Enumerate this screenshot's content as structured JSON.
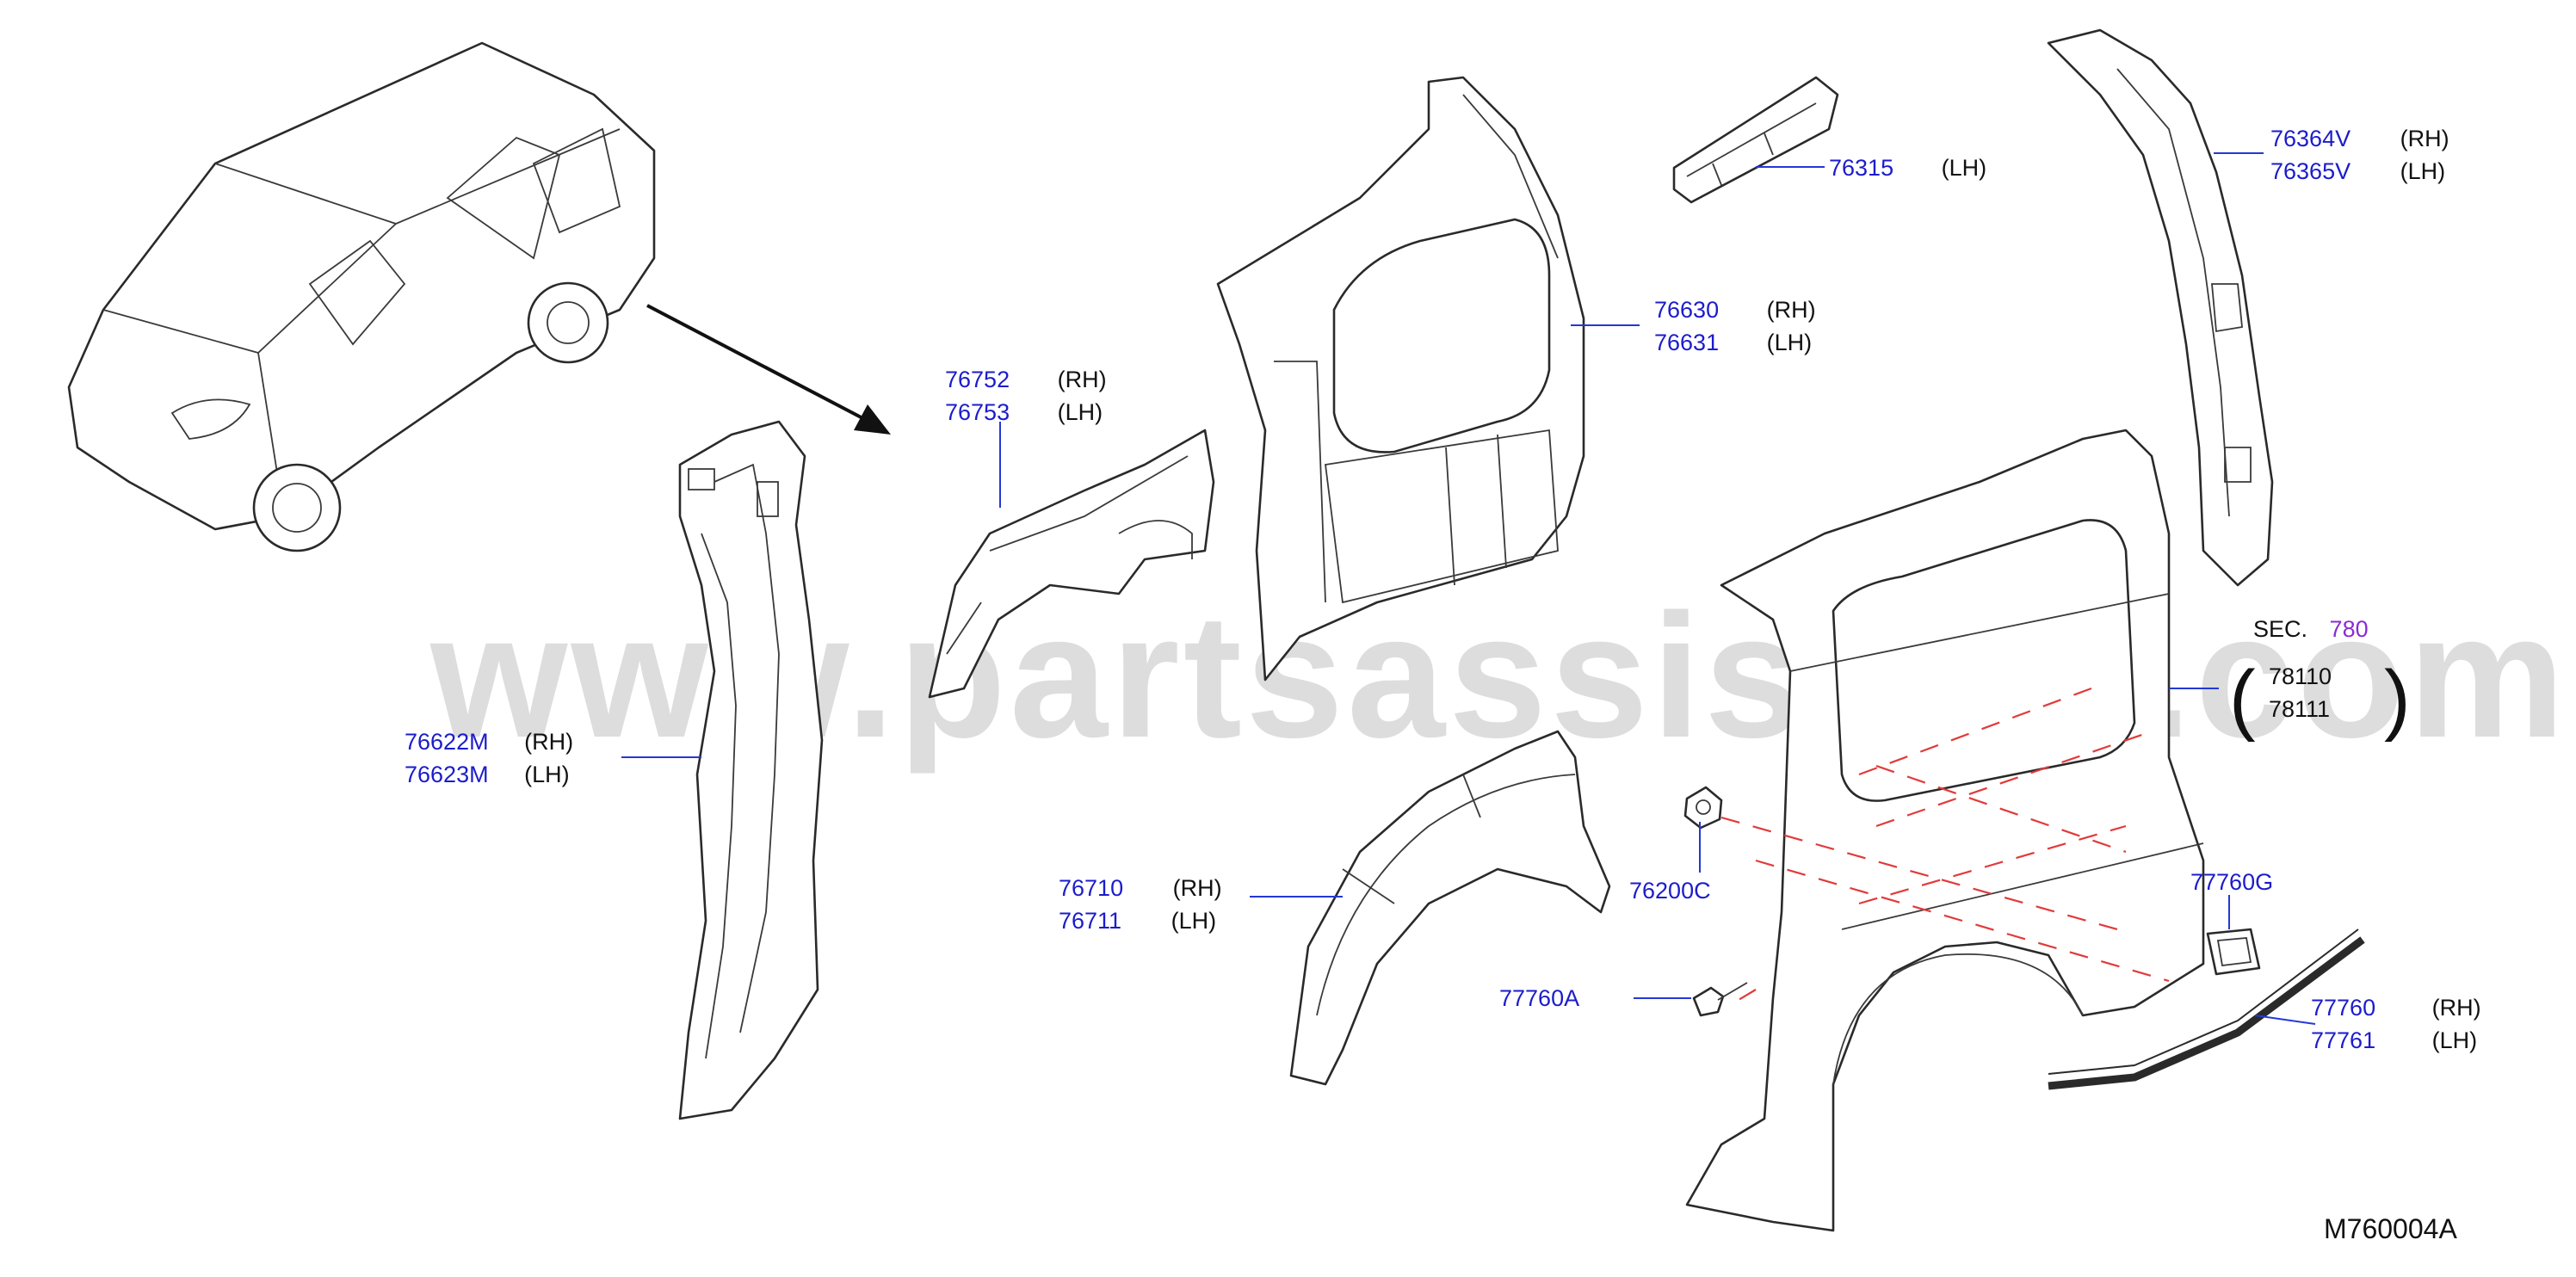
{
  "watermark": "www.partsassistant.com",
  "diagram_code": "M760004A",
  "section_ref": {
    "prefix": "SEC.",
    "number": "780",
    "parts": [
      "78110",
      "78111"
    ]
  },
  "callouts": [
    {
      "id": "76752",
      "side": "(RH)"
    },
    {
      "id": "76753",
      "side": "(LH)"
    },
    {
      "id": "76630",
      "side": "(RH)"
    },
    {
      "id": "76631",
      "side": "(LH)"
    },
    {
      "id": "76315",
      "side": "(LH)"
    },
    {
      "id": "76364V",
      "side": "(RH)"
    },
    {
      "id": "76365V",
      "side": "(LH)"
    },
    {
      "id": "76622M",
      "side": "(RH)"
    },
    {
      "id": "76623M",
      "side": "(LH)"
    },
    {
      "id": "76710",
      "side": "(RH)"
    },
    {
      "id": "76711",
      "side": "(LH)"
    },
    {
      "id": "76200C",
      "side": ""
    },
    {
      "id": "77760A",
      "side": ""
    },
    {
      "id": "77760G",
      "side": ""
    },
    {
      "id": "77760",
      "side": "(RH)"
    },
    {
      "id": "77761",
      "side": "(LH)"
    }
  ],
  "colors": {
    "part_number": "#1c1ccc",
    "section_number": "#8a2bd6",
    "leader": "#2438d6",
    "cut_line": "#e23a3a"
  }
}
